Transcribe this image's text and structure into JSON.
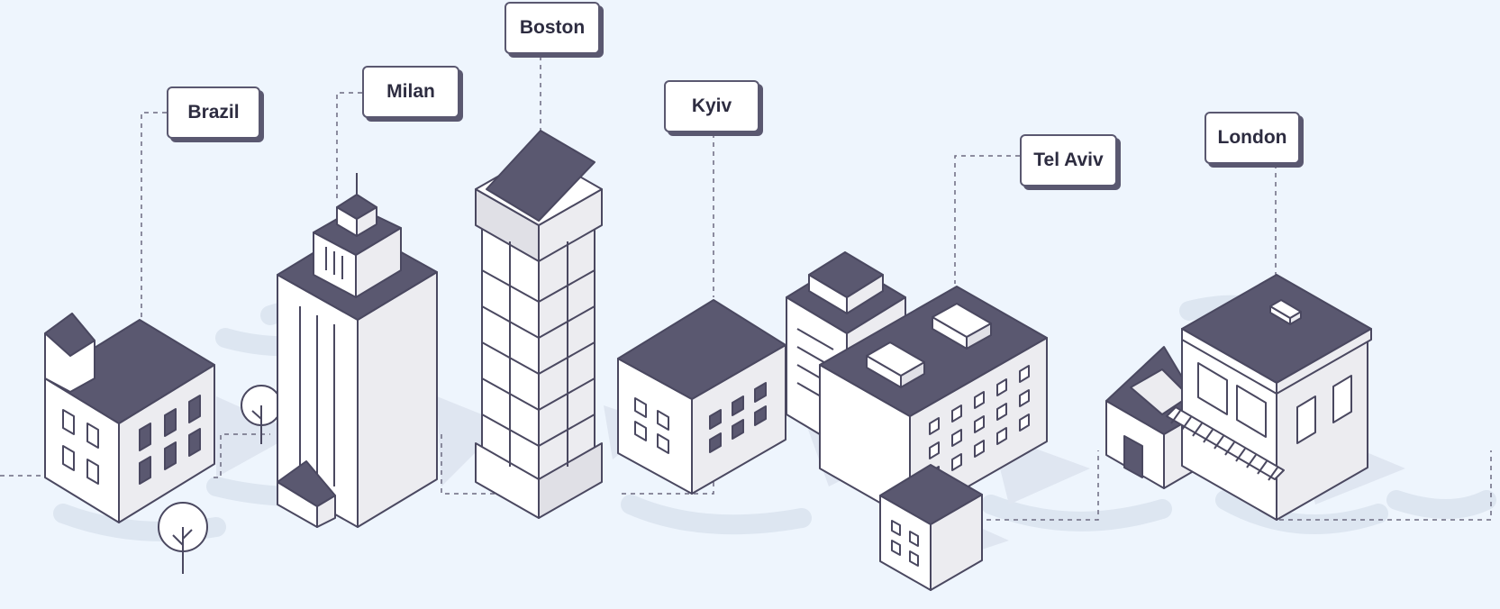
{
  "colors": {
    "background": "#eef5fd",
    "roof": "#5a5870",
    "outline": "#4a4860",
    "wall_light": "#ffffff",
    "wall_shade": "#e6e6ea",
    "shadow": "#dfe6f0"
  },
  "cities": [
    {
      "id": "brazil",
      "label": "Brazil"
    },
    {
      "id": "milan",
      "label": "Milan"
    },
    {
      "id": "boston",
      "label": "Boston"
    },
    {
      "id": "kyiv",
      "label": "Kyiv"
    },
    {
      "id": "tel-aviv",
      "label": "Tel Aviv"
    },
    {
      "id": "london",
      "label": "London"
    }
  ]
}
